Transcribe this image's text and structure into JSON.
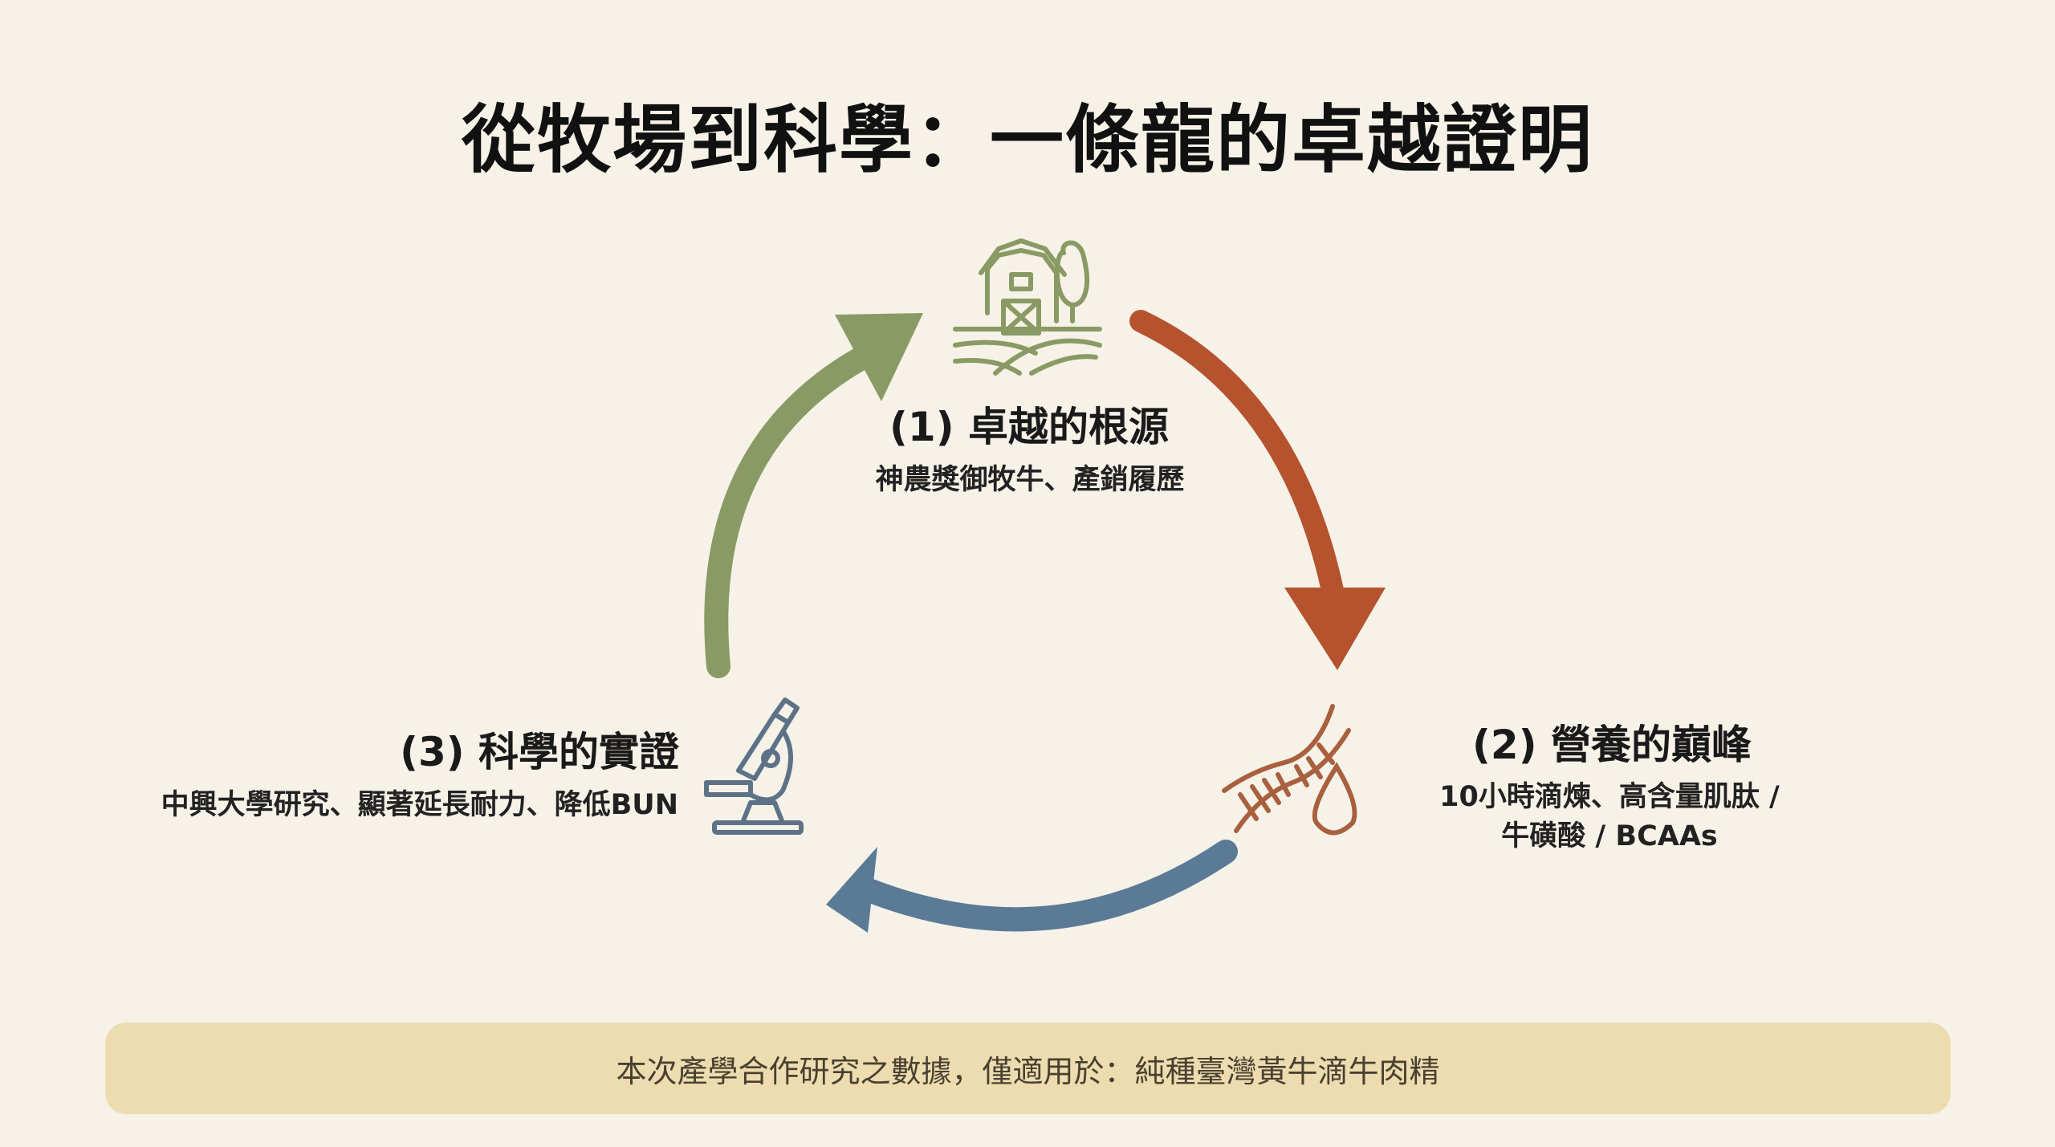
{
  "title": "從牧場到科學：一條龍的卓越證明",
  "stages": [
    {
      "label": "(1) 卓越的根源",
      "description": "神農獎御牧牛、產銷履歷",
      "icon": "farm-barn-icon",
      "color": "#8a9a64"
    },
    {
      "label": "(2) 營養的巔峰",
      "description_lines": [
        "10小時滴煉、高含量肌肽 /",
        "牛磺酸 / BCAAs"
      ],
      "icon": "dna-drop-icon",
      "color": "#b5532f"
    },
    {
      "label": "(3) 科學的實證",
      "description": "中興大學研究、顯著延長耐力、降低BUN",
      "icon": "microscope-icon",
      "color": "#5a7a96"
    }
  ],
  "footer": {
    "text": "本次產學合作研究之數據，僅適用於：純種臺灣黃牛滴牛肉精"
  }
}
